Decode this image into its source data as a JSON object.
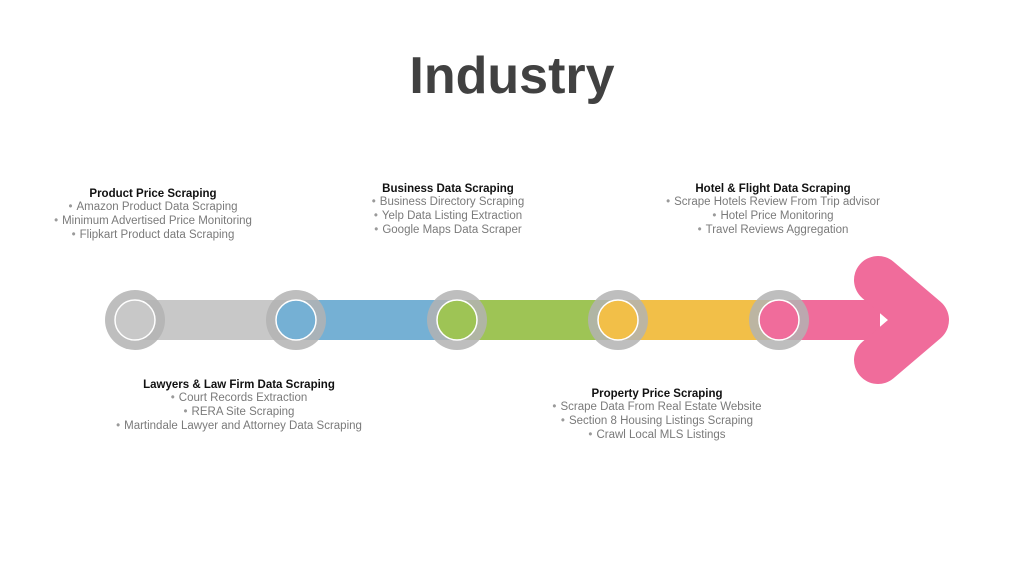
{
  "title": "Industry",
  "colors": {
    "arrow": "#f06c9b",
    "ring": "#b3b3b3"
  },
  "stages": [
    {
      "color": "#c8c8c8"
    },
    {
      "color": "#75b0d4"
    },
    {
      "color": "#9ec455"
    },
    {
      "color": "#f2bf48"
    },
    {
      "color": "#f06c9b"
    }
  ],
  "blocks": [
    {
      "heading": "Product Price Scraping",
      "items": [
        "Amazon Product Data Scraping",
        "Minimum Advertised Price Monitoring",
        "Flipkart Product data Scraping"
      ]
    },
    {
      "heading": "Lawyers & Law Firm Data Scraping",
      "items": [
        "Court Records Extraction",
        "RERA Site Scraping",
        "Martindale Lawyer and Attorney Data Scraping"
      ]
    },
    {
      "heading": "Business Data Scraping",
      "items": [
        "Business Directory Scraping",
        "Yelp Data Listing Extraction",
        "Google Maps Data Scraper"
      ]
    },
    {
      "heading": "Property Price Scraping",
      "items": [
        "Scrape Data From Real Estate Website",
        "Section 8 Housing Listings Scraping",
        "Crawl Local MLS Listings"
      ]
    },
    {
      "heading": "Hotel & Flight Data Scraping",
      "items": [
        "Scrape Hotels Review From Trip advisor",
        "Hotel Price Monitoring",
        "Travel Reviews Aggregation"
      ]
    }
  ]
}
